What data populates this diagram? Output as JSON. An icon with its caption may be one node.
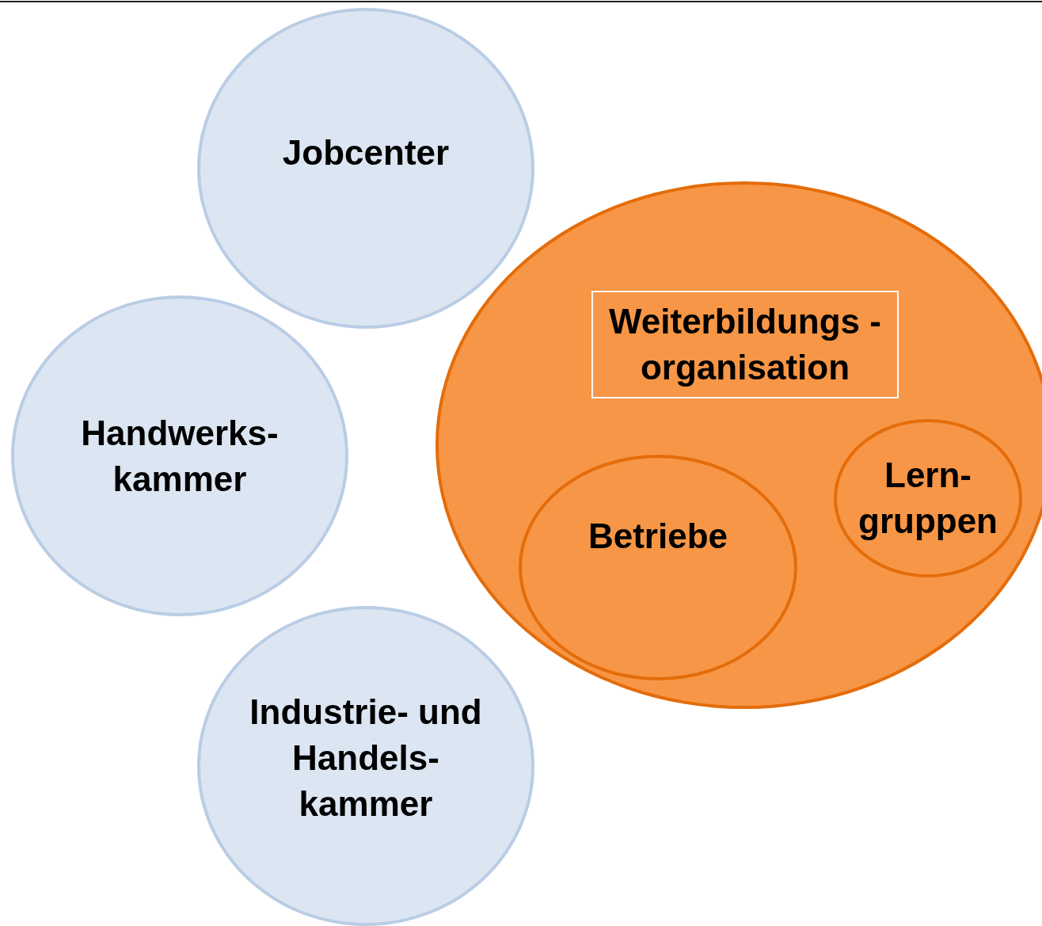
{
  "diagram": {
    "nodes": [
      {
        "text": [
          "Jobcenter"
        ]
      },
      {
        "text": [
          "Handwerks- kammer"
        ]
      },
      {
        "text": [
          "Industrie- und Handels- kammer"
        ]
      },
      {
        "text": [],
        "shape": "ellipse"
      },
      {
        "text": [
          "Weiterbildungs -organisation"
        ],
        "in": 3
      },
      {
        "text": [
          "Betriebe"
        ],
        "in": 3
      },
      {
        "text": [
          "Lern- gruppen"
        ],
        "in": 3
      }
    ]
  }
}
